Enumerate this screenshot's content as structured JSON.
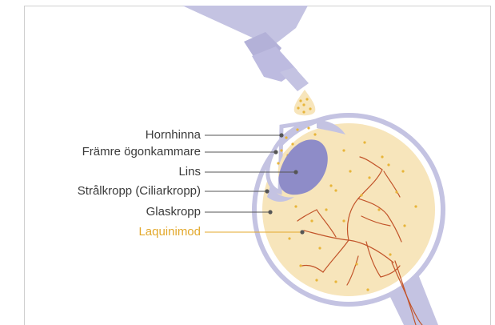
{
  "labels": {
    "hornhinna": "Hornhinna",
    "framre": "Främre ögonkammare",
    "lins": "Lins",
    "stralkropp": "Strålkropp (Ciliarkropp)",
    "glaskropp": "Glaskropp",
    "laquinimod": "Laquinimod"
  },
  "colors": {
    "bottle": "#c4c3e2",
    "lens": "#8e8cc8",
    "vitreous": "#f7e5bb",
    "drug_dots": "#e8b53a",
    "vessels": "#c2542a",
    "label_text": "#3a3a3a",
    "highlight": "#e3a92d"
  }
}
